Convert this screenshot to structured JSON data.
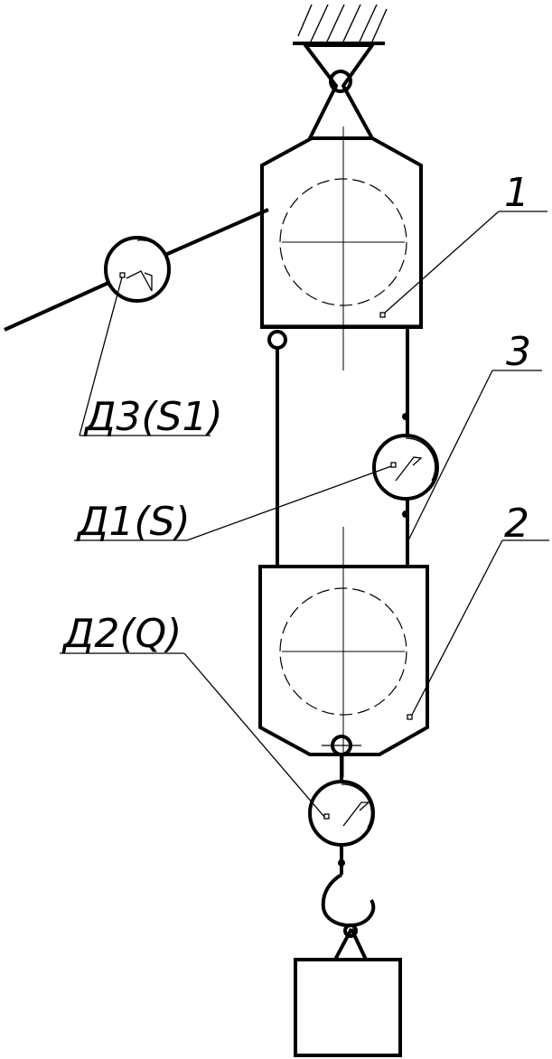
{
  "labels": {
    "part1": "1",
    "part2": "2",
    "part3": "3",
    "gauge3": "Д3(S1)",
    "gauge1": "Д1(S)",
    "gauge2": "Д2(Q)"
  }
}
